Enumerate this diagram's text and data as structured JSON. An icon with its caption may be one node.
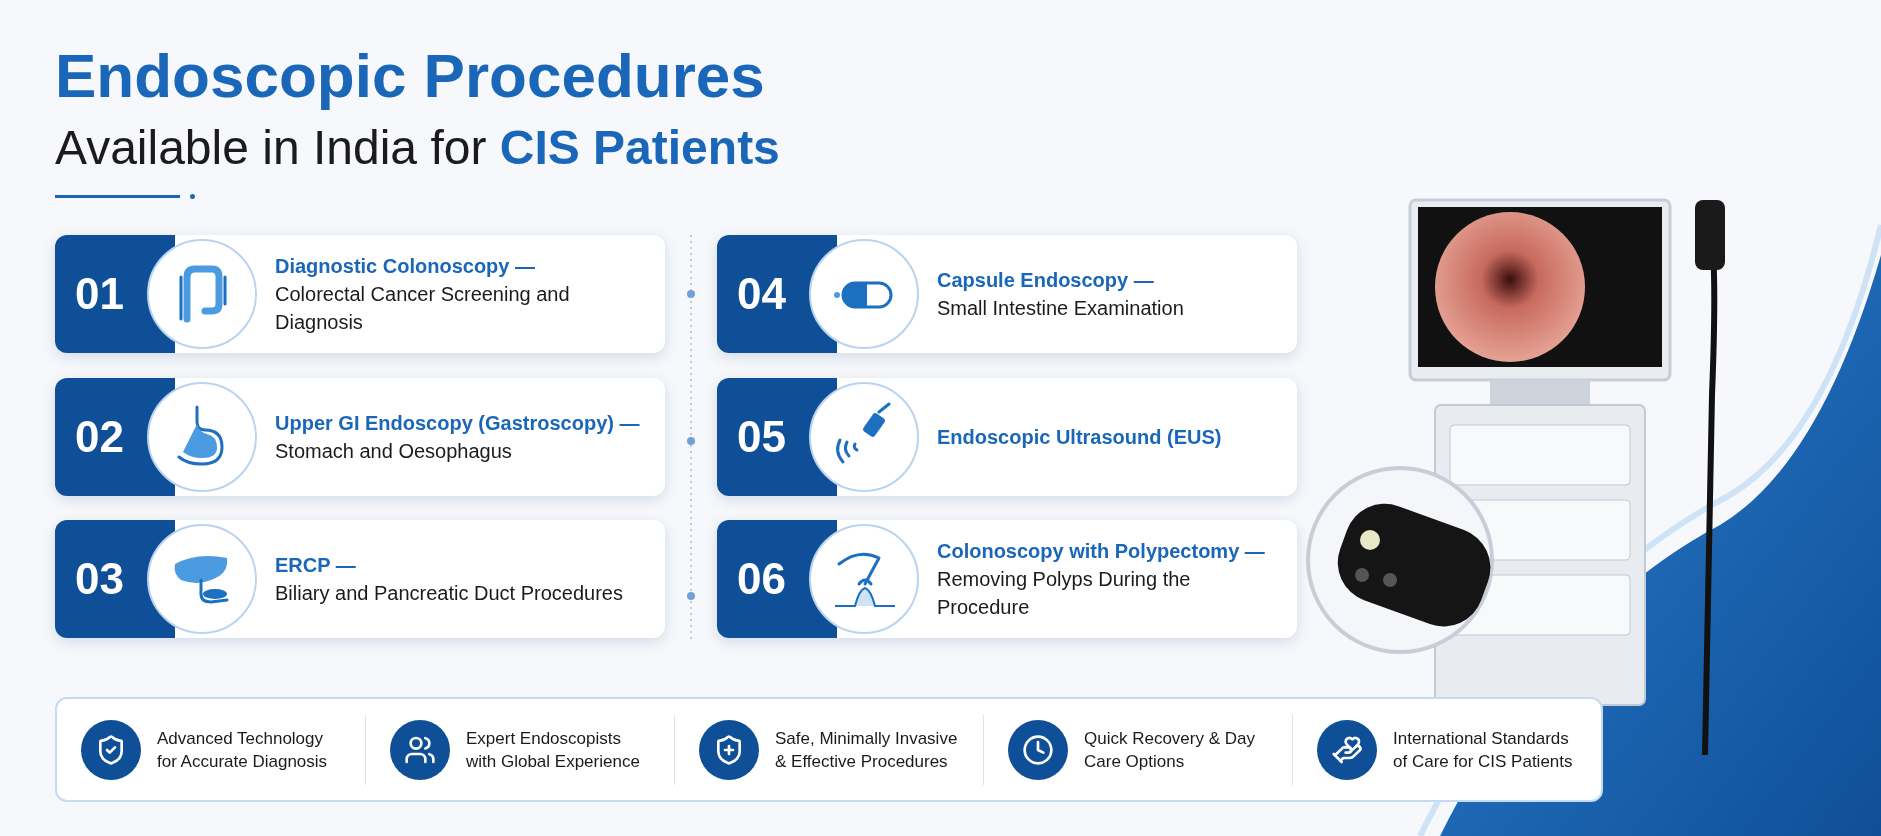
{
  "diagram": {
    "title": "Endoscopic Procedures",
    "nodes": [
      {
        "text": [
          "01",
          "Diagnostic Colonoscopy —",
          "Colorectal Cancer Screening and Diagnosis"
        ]
      },
      {
        "text": [
          "02",
          "Upper GI Endoscopy (Gastroscopy) —",
          "Stomach and Oesophagus"
        ]
      },
      {
        "text": [
          "03",
          "ERCP —",
          "Biliary and Pancreatic Duct Procedures"
        ]
      },
      {
        "text": [
          "04",
          "Capsule Endoscopy —",
          "Small Intestine Examination"
        ]
      },
      {
        "text": [
          "05",
          "Endoscopic Ultrasound (EUS)"
        ]
      },
      {
        "text": [
          "06",
          "Colonoscopy with Polypectomy —",
          "Removing Polyps During the Procedure"
        ]
      }
    ],
    "labels": [
      "Available in India for **CIS Patients**",
      "Advanced Technology for Accurate Diagnosis",
      "Expert Endoscopists with Global Experience",
      "Safe, Minimally Invasive & Effective Procedures",
      "Quick Recovery & Day Care Options",
      "International Standards of Care for CIS Patients"
    ]
  }
}
